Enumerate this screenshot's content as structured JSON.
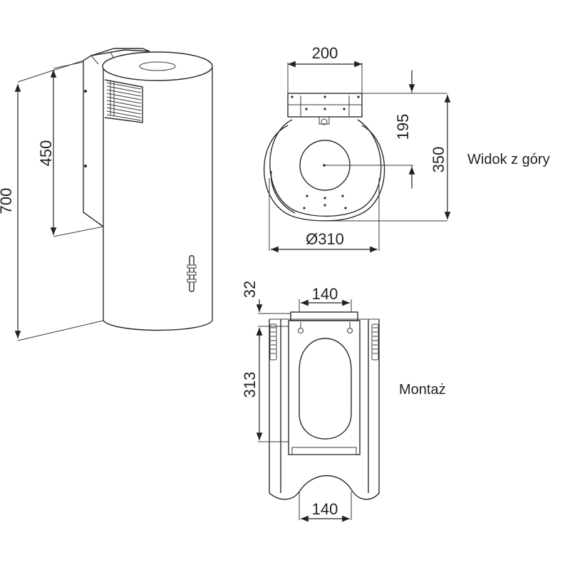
{
  "side_view": {
    "dim_total_height": "700",
    "dim_chimney_height": "450"
  },
  "top_view": {
    "dim_bracket_width": "200",
    "dim_center_offset": "195",
    "dim_depth": "350",
    "dim_diameter": "Ø310",
    "caption": "Widok z góry"
  },
  "mounting_view": {
    "dim_top_offset": "32",
    "dim_top_width": "140",
    "dim_bracket_height": "313",
    "dim_bottom_width": "140",
    "caption": "Montaż"
  }
}
